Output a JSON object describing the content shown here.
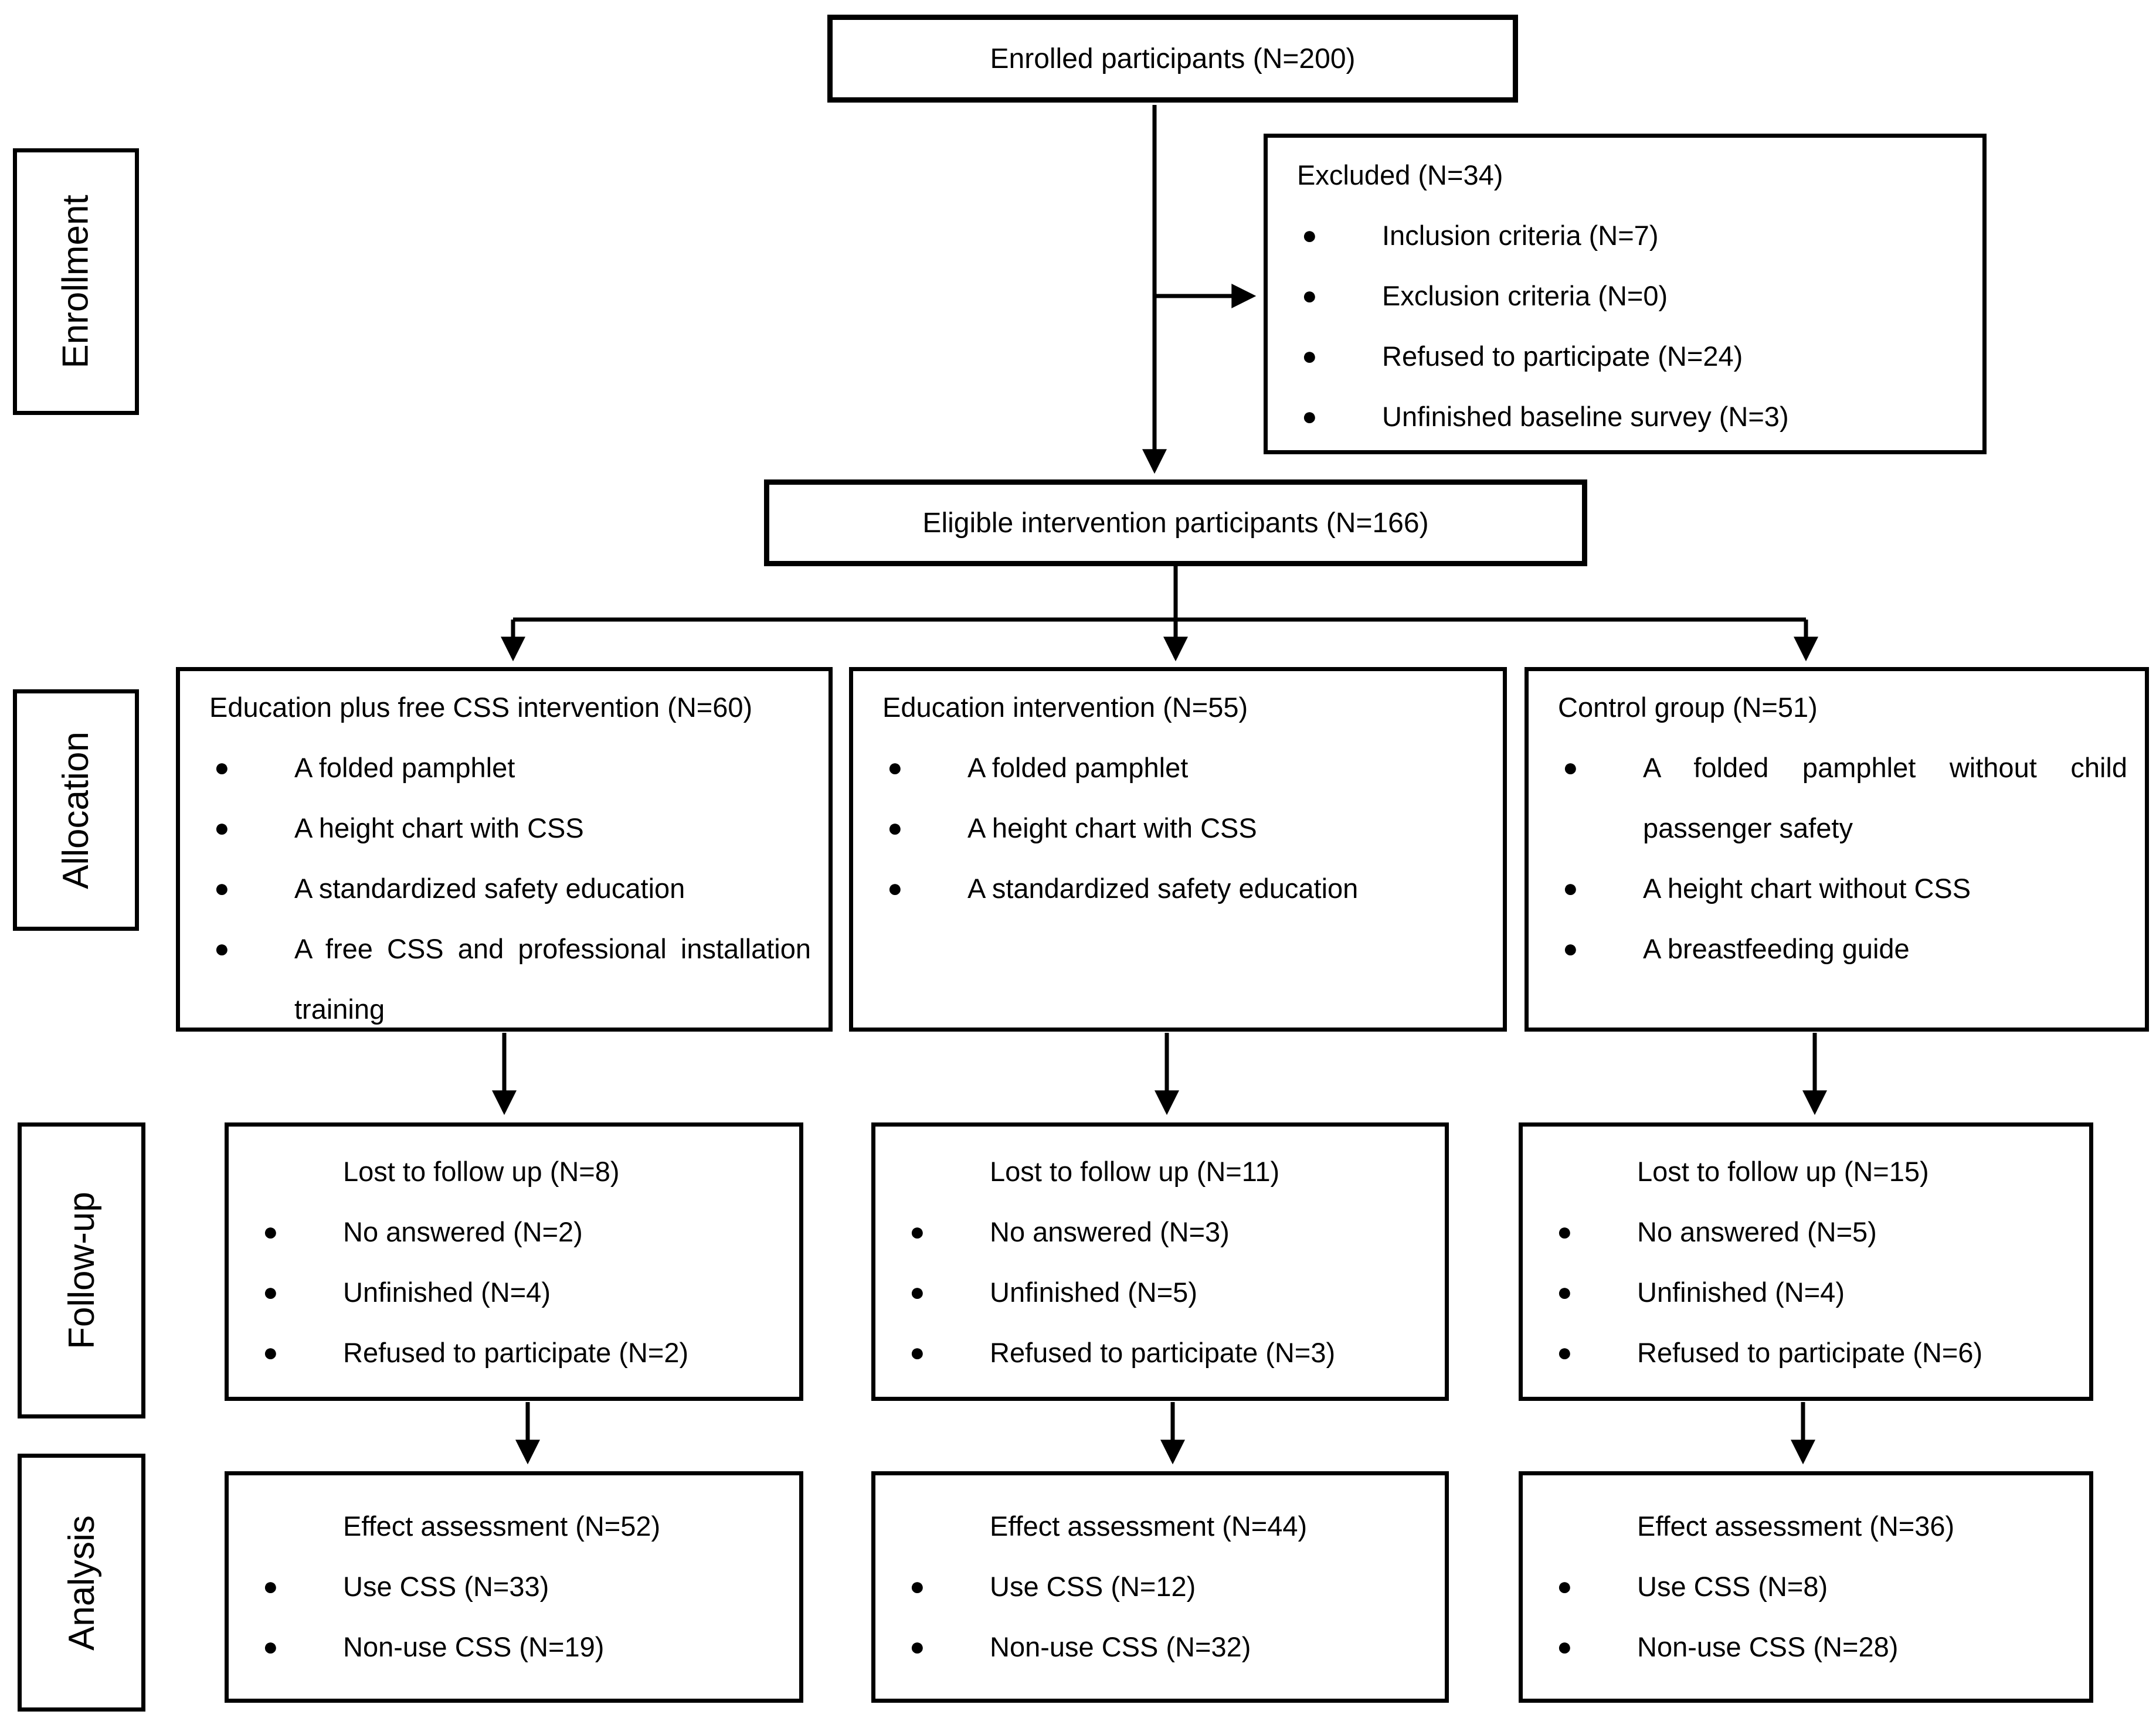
{
  "diagram": {
    "stages": [
      "Enrollment",
      "Allocation",
      "Follow-up",
      "Analysis"
    ],
    "enrolled": {
      "title": "Enrolled participants (N=200)"
    },
    "excluded": {
      "title": "Excluded (N=34)",
      "items": [
        "Inclusion criteria (N=7)",
        "Exclusion criteria (N=0)",
        "Refused to participate (N=24)",
        "Unfinished baseline survey (N=3)"
      ]
    },
    "eligible": {
      "title": "Eligible intervention participants (N=166)"
    },
    "allocation": [
      {
        "title": "Education plus free CSS intervention (N=60)",
        "items": [
          "A folded pamphlet",
          "A height chart with CSS",
          "A standardized safety education",
          "A free CSS and professional installation training"
        ]
      },
      {
        "title": "Education intervention (N=55)",
        "items": [
          "A folded pamphlet",
          "A height chart with CSS",
          "A standardized safety education"
        ]
      },
      {
        "title": "Control group (N=51)",
        "items": [
          "A folded pamphlet without child passenger safety",
          "A height chart without CSS",
          "A breastfeeding guide"
        ]
      }
    ],
    "followup": [
      {
        "title": "Lost to follow up (N=8)",
        "items": [
          "No answered (N=2)",
          "Unfinished (N=4)",
          "Refused to participate (N=2)"
        ]
      },
      {
        "title": "Lost to follow up (N=11)",
        "items": [
          "No answered (N=3)",
          "Unfinished (N=5)",
          "Refused to participate (N=3)"
        ]
      },
      {
        "title": "Lost to follow up (N=15)",
        "items": [
          "No answered (N=5)",
          "Unfinished (N=4)",
          "Refused to participate (N=6)"
        ]
      }
    ],
    "analysis": [
      {
        "title": "Effect assessment (N=52)",
        "items": [
          "Use CSS (N=33)",
          "Non-use CSS (N=19)"
        ]
      },
      {
        "title": "Effect assessment (N=44)",
        "items": [
          "Use CSS (N=12)",
          "Non-use CSS (N=32)"
        ]
      },
      {
        "title": "Effect assessment (N=36)",
        "items": [
          "Use CSS (N=8)",
          "Non-use CSS (N=28)"
        ]
      }
    ]
  }
}
